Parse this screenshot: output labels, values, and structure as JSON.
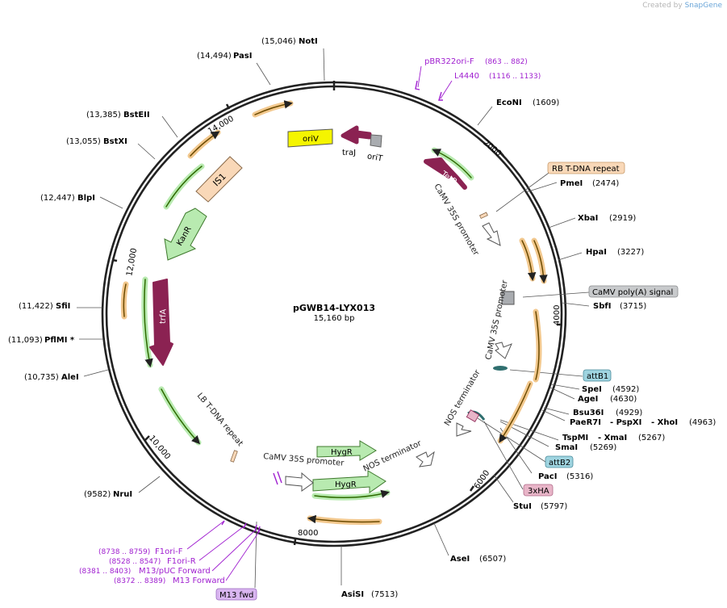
{
  "credit": {
    "prefix": "Created by",
    "brand": "SnapGene"
  },
  "plasmid": {
    "name": "pGWB14-LYX013",
    "length_label": "15,160 bp"
  },
  "ticks": [
    "2000",
    "4000",
    "6000",
    "8000",
    "10,000",
    "12,000",
    "14,000"
  ],
  "sites": [
    {
      "name": "NotI",
      "pos": "(15,046)"
    },
    {
      "name": "PasI",
      "pos": "(14,494)"
    },
    {
      "name": "BstEII",
      "pos": "(13,385)"
    },
    {
      "name": "BstXI",
      "pos": "(13,055)"
    },
    {
      "name": "BlpI",
      "pos": "(12,447)"
    },
    {
      "name": "SfiI",
      "pos": "(11,422)"
    },
    {
      "name": "PflMI *",
      "pos": "(11,093)"
    },
    {
      "name": "AleI",
      "pos": "(10,735)"
    },
    {
      "name": "NruI",
      "pos": "(9582)"
    },
    {
      "name": "AsiSI",
      "pos": "(7513)"
    },
    {
      "name": "AseI",
      "pos": "(6507)"
    },
    {
      "name": "StuI",
      "pos": "(5797)"
    },
    {
      "name": "PacI",
      "pos": "(5316)"
    },
    {
      "name": "SmaI",
      "pos": "(5269)"
    },
    {
      "name": "TspMI",
      "pos": ""
    },
    {
      "name": "- XmaI",
      "pos": "(5267)"
    },
    {
      "name": "PaeR7I",
      "pos": ""
    },
    {
      "name": "- PspXI",
      "pos": ""
    },
    {
      "name": "- XhoI",
      "pos": "(4963)"
    },
    {
      "name": "Bsu36I",
      "pos": "(4929)"
    },
    {
      "name": "AgeI",
      "pos": "(4630)"
    },
    {
      "name": "SpeI",
      "pos": "(4592)"
    },
    {
      "name": "SbfI",
      "pos": "(3715)"
    },
    {
      "name": "HpaI",
      "pos": "(3227)"
    },
    {
      "name": "XbaI",
      "pos": "(2919)"
    },
    {
      "name": "PmeI",
      "pos": "(2474)"
    },
    {
      "name": "EcoNI",
      "pos": "(1609)"
    }
  ],
  "primers": [
    {
      "name": "pBR322ori-F",
      "range": "(863 .. 882)"
    },
    {
      "name": "L4440",
      "range": "(1116 .. 1133)"
    },
    {
      "name": "F1ori-F",
      "range": "(8738 .. 8759)"
    },
    {
      "name": "F1ori-R",
      "range": "(8528 .. 8547)"
    },
    {
      "name": "M13/pUC Forward",
      "range": "(8381 .. 8403)"
    },
    {
      "name": "M13 Forward",
      "range": "(8372 .. 8389)"
    }
  ],
  "boxed_labels": {
    "rb": "RB T-DNA repeat",
    "cam_polya": "CaMV poly(A) signal",
    "attb1": "attB1",
    "attb2": "attB2",
    "ha": "3xHA",
    "m13fwd": "M13 fwd"
  },
  "inner_labels": {
    "oriv": "oriV",
    "traj": "traJ",
    "orit": "oriT",
    "tetr": "TetR",
    "is1": "IS1",
    "kanr": "KanR",
    "trfa": "trfA",
    "hygr1": "HygR",
    "hygr2": "HygR",
    "camv_top": "CaMV 35S promoter",
    "camv_right": "CaMV 35S promoter",
    "camv_bottom": "CaMV 35S promoter",
    "nos_right": "NOS terminator",
    "nos_bottom": "NOS terminator",
    "lb": "LB T-DNA repeat"
  },
  "colors": {
    "backbone": "#222222",
    "site_label": "#000000",
    "primer": "#a020d0",
    "orf_orange": "#f2c88e",
    "orf_green": "#b8eab0",
    "rep_yellow": "#f5f500",
    "feature_maroon": "#8b2252",
    "is_peach": "#f9d8b8",
    "gray_feature": "#a9acb0",
    "att_blue": "#9fd4e0",
    "ha_pink": "#e8b5c8",
    "m13_purple": "#d9b6f0"
  }
}
